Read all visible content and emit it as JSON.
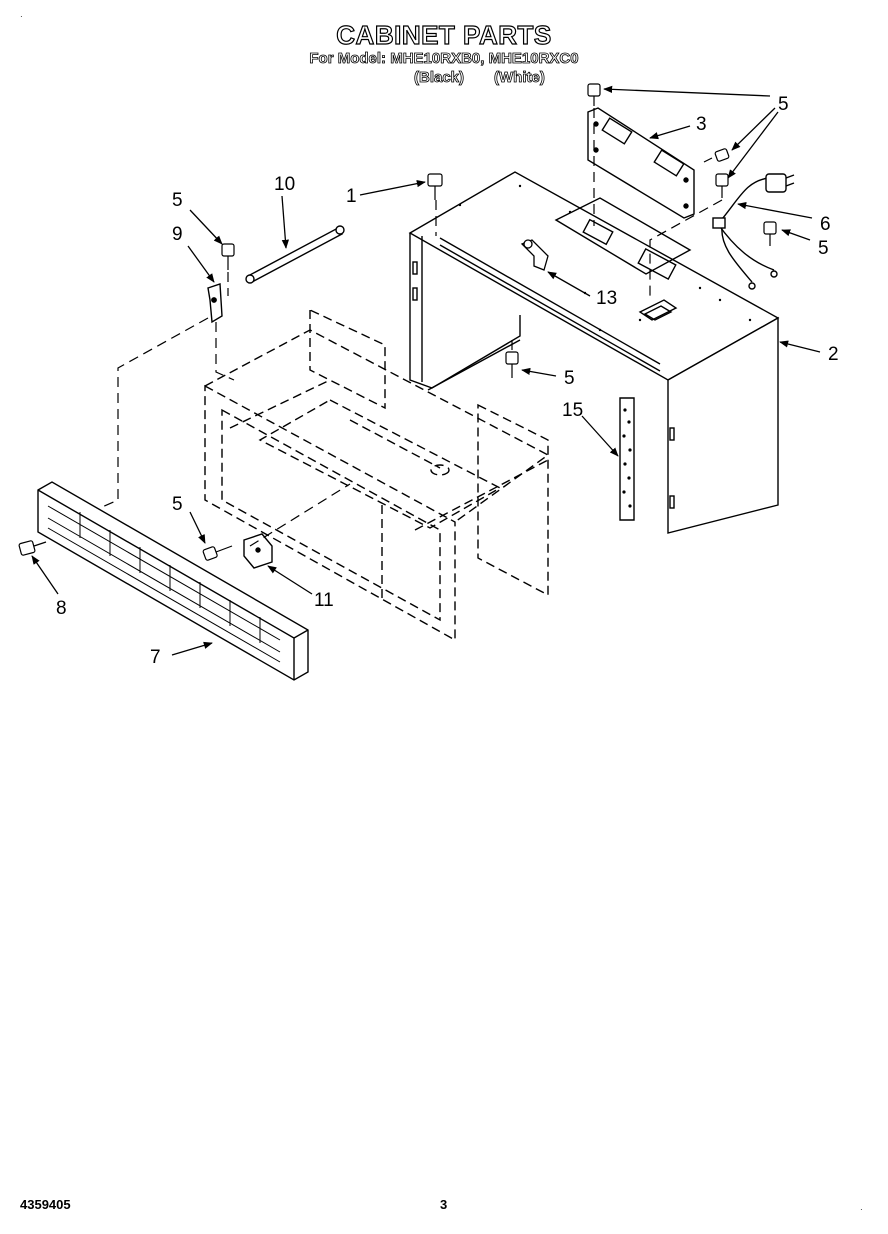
{
  "header": {
    "title": "CABINET PARTS",
    "model_line": "For Model: MHE10RXB0, MHE10RXC0",
    "variant_black": "(Black)",
    "variant_white": "(White)"
  },
  "callouts": {
    "c1": "1",
    "c2": "2",
    "c3": "3",
    "c5a": "5",
    "c5b": "5",
    "c5c": "5",
    "c5d": "5",
    "c5e": "5",
    "c6": "6",
    "c7": "7",
    "c8": "8",
    "c9": "9",
    "c10": "10",
    "c11": "11",
    "c13": "13",
    "c15": "15"
  },
  "footer": {
    "doc_number": "4359405",
    "page_number": "3"
  }
}
